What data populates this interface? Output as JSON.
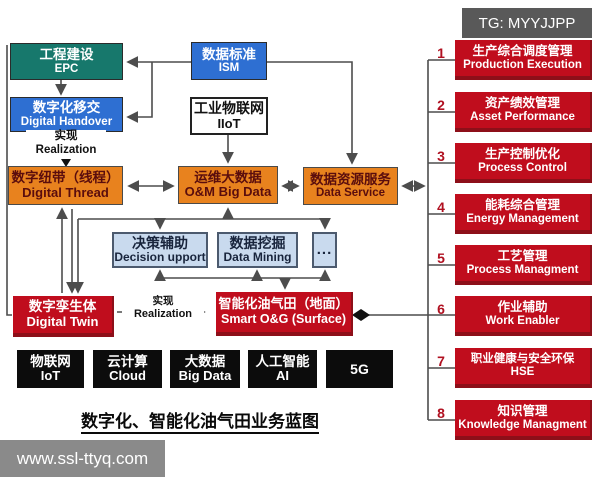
{
  "header": {
    "tg_tag": "TG: MYYJJPP"
  },
  "footer": {
    "site": "www.ssl-ttyq.com",
    "title": "数字化、智能化油气田业务蓝图"
  },
  "colors": {
    "teal": "#17786c",
    "blue": "#2e6fd2",
    "orange": "#e8821e",
    "light_blue": "#c9daee",
    "red": "#c00d1d",
    "black_box": "#0c0c0c",
    "tag_gray": "#595959",
    "site_gray": "#8a8a8a",
    "line": "#4d4d4d",
    "number_red": "#b01020"
  },
  "boxes": {
    "epc": {
      "zh": "工程建设",
      "en": "EPC"
    },
    "ism": {
      "zh": "数据标准",
      "en": "ISM"
    },
    "handover": {
      "zh": "数字化移交",
      "en": "Digital Handover"
    },
    "iiot": {
      "zh": "工业物联网",
      "en": "IIoT"
    },
    "thread": {
      "zh": "数字纽带（线程）",
      "en": "Digital Thread"
    },
    "om_big_data": {
      "zh": "运维大数据",
      "en": "O&M Big Data"
    },
    "data_service": {
      "zh": "数据资源服务",
      "en": "Data Service"
    },
    "decision": {
      "zh": "决策辅助",
      "en": "Decision upport"
    },
    "data_mining": {
      "zh": "数据挖掘",
      "en": "Data Mining"
    },
    "more": {
      "label": "..."
    },
    "twin": {
      "zh": "数字孪生体",
      "en": "Digital Twin"
    },
    "smart": {
      "zh": "智能化油气田（地面）",
      "en": "Smart O&G (Surface)"
    }
  },
  "labels": {
    "realization_top": {
      "zh": "实现",
      "en": "Realization"
    },
    "realization_mid": {
      "zh": "实现",
      "en": "Realization"
    }
  },
  "tech": [
    {
      "zh": "物联网",
      "en": "IoT"
    },
    {
      "zh": "云计算",
      "en": "Cloud"
    },
    {
      "zh": "大数据",
      "en": "Big Data"
    },
    {
      "zh": "人工智能",
      "en": "AI"
    },
    {
      "zh": "",
      "en": "5G"
    }
  ],
  "right_panel": {
    "items": [
      {
        "num": "1",
        "zh": "生产综合调度管理",
        "en": "Production Execution"
      },
      {
        "num": "2",
        "zh": "资产绩效管理",
        "en": "Asset Performance"
      },
      {
        "num": "3",
        "zh": "生产控制优化",
        "en": "Process Control"
      },
      {
        "num": "4",
        "zh": "能耗综合管理",
        "en": "Energy Management"
      },
      {
        "num": "5",
        "zh": "工艺管理",
        "en": "Process Managment"
      },
      {
        "num": "6",
        "zh": "作业辅助",
        "en": "Work Enabler"
      },
      {
        "num": "7",
        "zh": "职业健康与安全环保",
        "en": "HSE"
      },
      {
        "num": "8",
        "zh": "知识管理",
        "en": "Knowledge Managment"
      }
    ]
  }
}
